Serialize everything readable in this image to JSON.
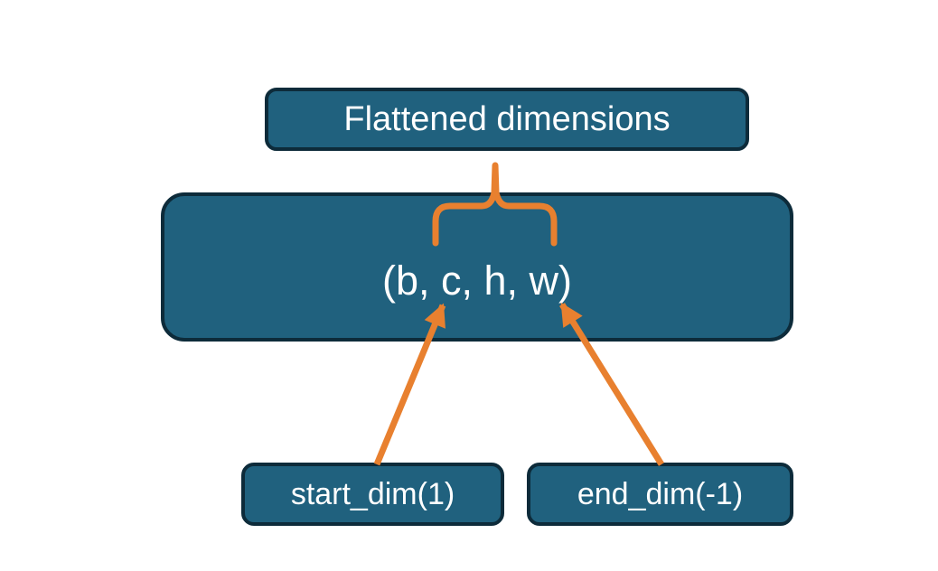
{
  "diagram": {
    "title": "Flatten dimensions diagram",
    "colors": {
      "box_fill": "#20617E",
      "box_border": "#0D2B3A",
      "text_color": "#FFFFFF",
      "accent_orange": "#E8802F",
      "background": "#FFFFFF"
    },
    "top_box": {
      "label": "Flattened dimensions"
    },
    "main_box": {
      "label": "(b, c, h, w)"
    },
    "bottom_left_box": {
      "label": "start_dim(1)"
    },
    "bottom_right_box": {
      "label": "end_dim(-1)"
    },
    "connectors": {
      "brace": "curly brace spanning c-through-w inside main box, stem up to Flattened dimensions box",
      "left_arrow": "from start_dim(1) box up to the c dimension",
      "right_arrow": "from end_dim(-1) box up to the w dimension"
    }
  }
}
